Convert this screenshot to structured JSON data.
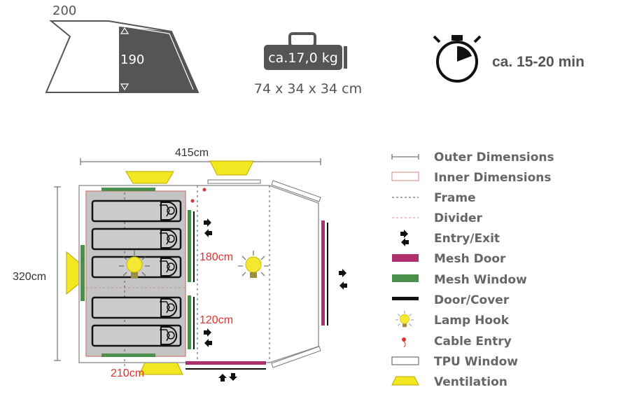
{
  "specs": {
    "length_top": "200",
    "height": "190",
    "weight": "ca.17,0 kg",
    "pack_size": "74 x 34 x 34 cm",
    "setup_time": "ca. 15-20 min"
  },
  "floorplan": {
    "width": "415cm",
    "depth": "320cm",
    "cabin_front": "180cm",
    "cabin_rear": "120cm",
    "cabin_width": "210cm",
    "sleeping_places": 5
  },
  "legend": [
    {
      "icon": "outer-dimensions-line",
      "label": "Outer Dimensions"
    },
    {
      "icon": "inner-dimensions-rect",
      "label": "Inner Dimensions"
    },
    {
      "icon": "frame-dashed",
      "label": "Frame"
    },
    {
      "icon": "divider-dashed",
      "label": "Divider"
    },
    {
      "icon": "entry-exit-arrows",
      "label": "Entry/Exit"
    },
    {
      "icon": "mesh-door-bar",
      "label": "Mesh Door"
    },
    {
      "icon": "mesh-window-bar",
      "label": "Mesh Window"
    },
    {
      "icon": "door-cover-bar",
      "label": "Door/Cover"
    },
    {
      "icon": "lamp-hook",
      "label": "Lamp Hook"
    },
    {
      "icon": "cable-entry",
      "label": "Cable Entry"
    },
    {
      "icon": "tpu-window",
      "label": "TPU Window"
    },
    {
      "icon": "ventilation",
      "label": "Ventilation"
    }
  ],
  "colors": {
    "mesh_door": "#b0306e",
    "mesh_window": "#4a8f4a",
    "vent": "#f2e822",
    "inner": "#d9a0a0",
    "text": "#666666"
  }
}
